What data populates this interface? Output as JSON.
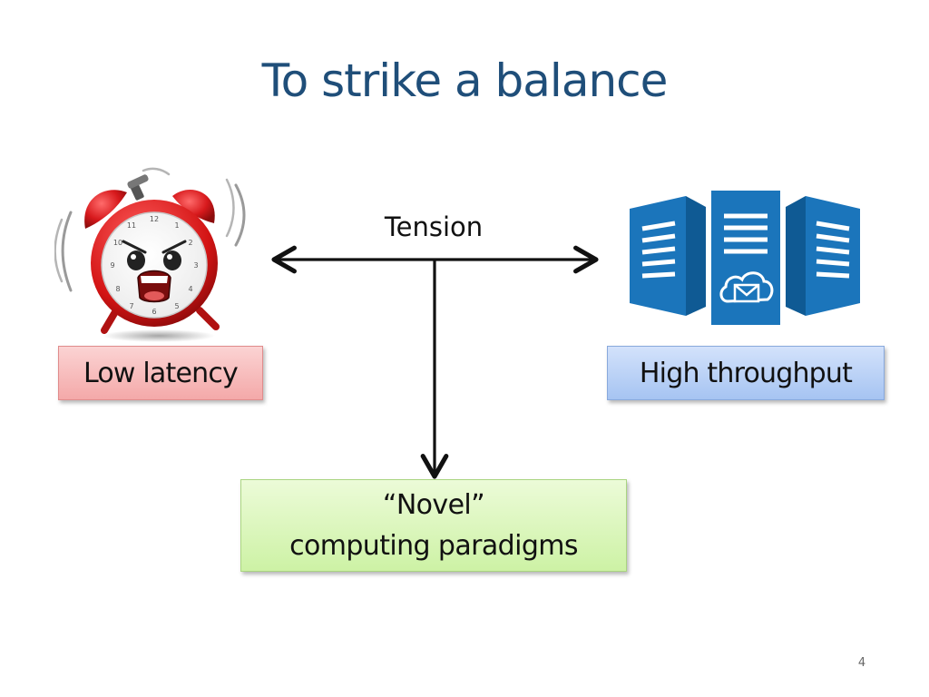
{
  "slide": {
    "title": "To strike a balance",
    "page_number": "4"
  },
  "diagram": {
    "tension_label": "Tension",
    "low_latency_label": "Low latency",
    "high_throughput_label": "High throughput",
    "novel_line1": "“Novel”",
    "novel_line2": "computing paradigms"
  },
  "icons": {
    "left": "alarm-clock-icon",
    "right": "server-cloud-icon"
  },
  "colors": {
    "title": "#1f4e79",
    "low_latency_box": "#f4a9a9",
    "high_throughput_box": "#a6c4f2",
    "novel_box": "#cdf2a5",
    "server_blue": "#1b75bb",
    "clock_red": "#d7191c"
  }
}
